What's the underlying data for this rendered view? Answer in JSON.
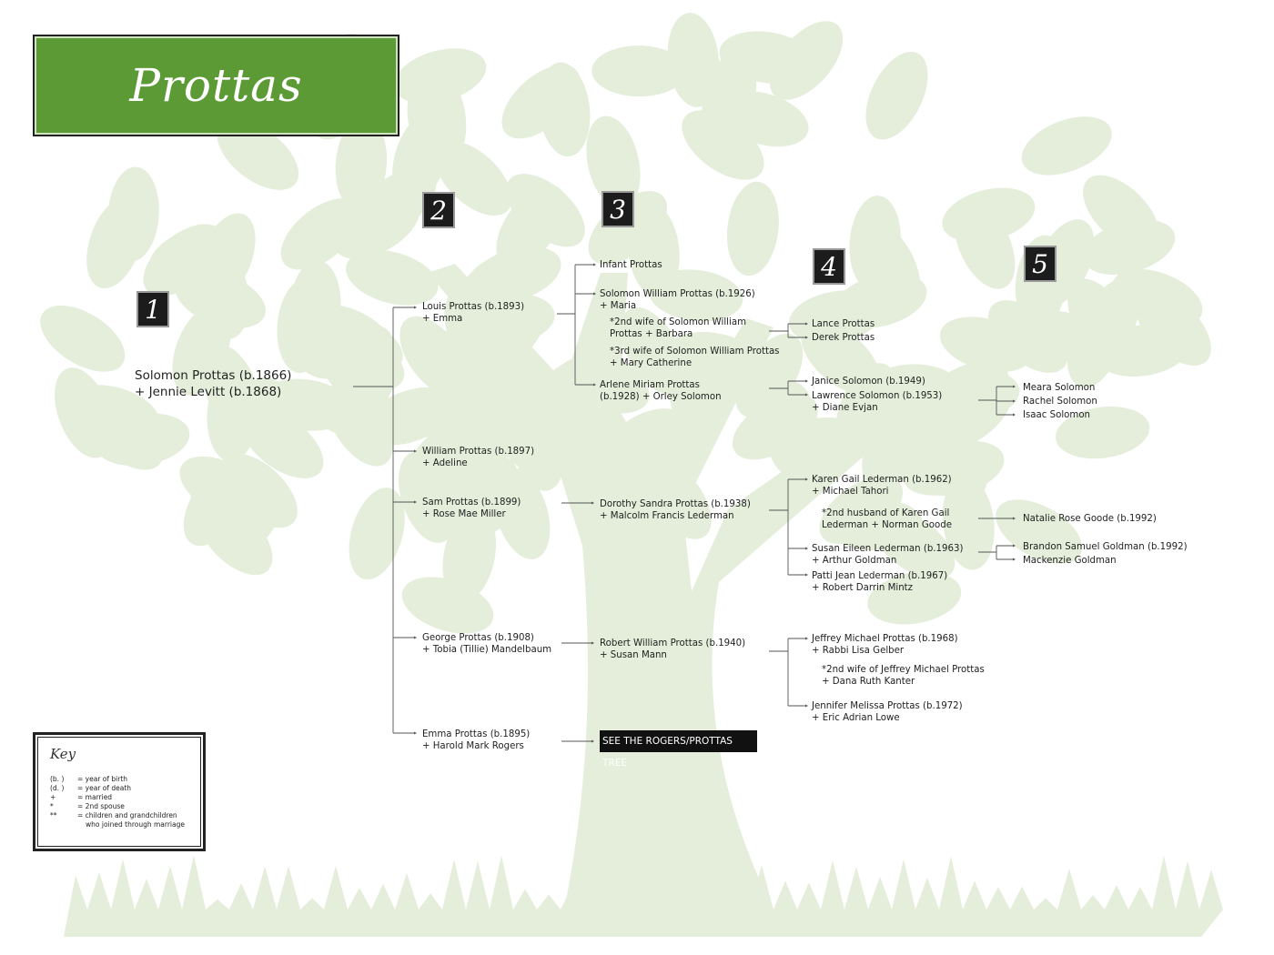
{
  "title": "Prottas",
  "colors": {
    "title_green": "#5b9a35",
    "tree_background": "#e4eedb",
    "dark": "#1c1c1c"
  },
  "generations": [
    "1",
    "2",
    "3",
    "4",
    "5"
  ],
  "root": {
    "line1": "Solomon Prottas (b.1866)",
    "line2": "+ Jennie Levitt (b.1868)"
  },
  "gen2": [
    {
      "line1": "Louis Prottas (b.1893)",
      "line2": "+ Emma"
    },
    {
      "line1": "William Prottas (b.1897)",
      "line2": "+ Adeline"
    },
    {
      "line1": "Sam Prottas (b.1899)",
      "line2": "+ Rose Mae Miller"
    },
    {
      "line1": "George Prottas (b.1908)",
      "line2": "+ Tobia (Tillie) Mandelbaum"
    },
    {
      "line1": "Emma Prottas (b.1895)",
      "line2": "+ Harold Mark Rogers"
    }
  ],
  "gen3": {
    "infant": {
      "line1": "Infant Prottas"
    },
    "solomon": {
      "line1": "Solomon William Prottas (b.1926)",
      "line2": "+ Maria"
    },
    "solomon_2nd": {
      "line1": "*2nd wife of Solomon William",
      "line2": "Prottas + Barbara"
    },
    "solomon_3rd": {
      "line1": "*3rd wife of Solomon William Prottas",
      "line2": "+ Mary Catherine"
    },
    "arlene": {
      "line1": "Arlene Miriam Prottas",
      "line2": "(b.1928) + Orley Solomon"
    },
    "dorothy": {
      "line1": "Dorothy Sandra Prottas (b.1938)",
      "line2": "+ Malcolm Francis Lederman"
    },
    "robert": {
      "line1": "Robert William Prottas (b.1940)",
      "line2": "+ Susan Mann"
    },
    "see_tree": "SEE THE ROGERS/PROTTAS TREE"
  },
  "gen4": {
    "lance": {
      "line1": "Lance Prottas"
    },
    "derek": {
      "line1": "Derek Prottas"
    },
    "janice": {
      "line1": "Janice Solomon (b.1949)"
    },
    "lawrence": {
      "line1": "Lawrence Solomon (b.1953)",
      "line2": "+ Diane Evjan"
    },
    "karen": {
      "line1": "Karen Gail Lederman (b.1962)",
      "line2": "+ Michael Tahori"
    },
    "karen_2nd": {
      "line1": "*2nd husband of Karen Gail",
      "line2": "Lederman + Norman Goode"
    },
    "susan": {
      "line1": "Susan Eileen Lederman (b.1963)",
      "line2": "+ Arthur Goldman"
    },
    "patti": {
      "line1": "Patti Jean Lederman (b.1967)",
      "line2": "+ Robert Darrin Mintz"
    },
    "jeffrey": {
      "line1": "Jeffrey Michael Prottas (b.1968)",
      "line2": "+ Rabbi Lisa Gelber"
    },
    "jeffrey_2nd": {
      "line1": "*2nd wife of Jeffrey Michael Prottas",
      "line2": "+ Dana Ruth Kanter"
    },
    "jennifer": {
      "line1": "Jennifer Melissa Prottas (b.1972)",
      "line2": "+ Eric Adrian Lowe"
    }
  },
  "gen5": {
    "meara": "Meara Solomon",
    "rachel": "Rachel Solomon",
    "isaac": "Isaac Solomon",
    "natalie": "Natalie Rose Goode (b.1992)",
    "brandon": "Brandon Samuel Goldman (b.1992)",
    "mackenzie": "Mackenzie Goldman"
  },
  "key": {
    "title": "Key",
    "rows": [
      {
        "sym": "(b.    )",
        "desc": "= year of birth"
      },
      {
        "sym": "(d.    )",
        "desc": "= year of death"
      },
      {
        "sym": "+",
        "desc": "= married"
      },
      {
        "sym": "*",
        "desc": "= 2nd spouse"
      },
      {
        "sym": "**",
        "desc": "= children and grandchildren"
      },
      {
        "sym": "",
        "desc": "who joined through marriage"
      }
    ]
  }
}
